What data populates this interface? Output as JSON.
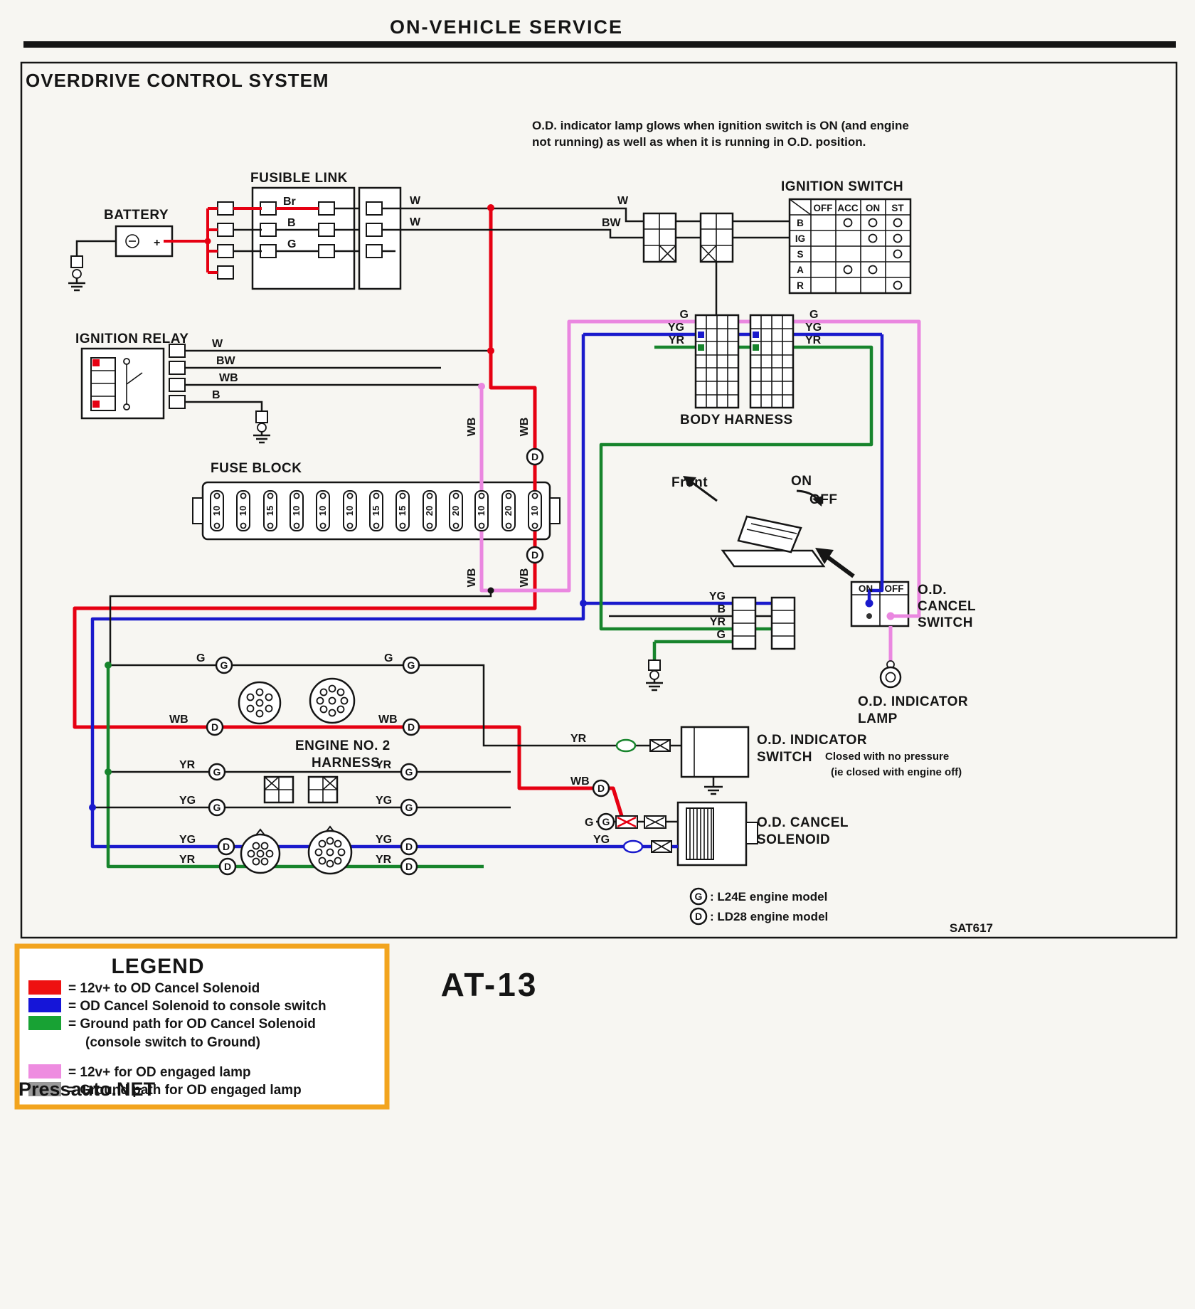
{
  "page": {
    "header": "ON-VEHICLE SERVICE",
    "section_title": "OVERDRIVE CONTROL SYSTEM",
    "note_line1": "O.D. indicator lamp glows when ignition switch is ON (and engine",
    "note_line2": "not running) as well as when it is running in O.D. position.",
    "diagram_code": "SAT617",
    "page_code": "AT-13",
    "watermark": "Pressauto.NET"
  },
  "components": {
    "battery": "BATTERY",
    "fusible_link": "FUSIBLE LINK",
    "ignition_switch": "IGNITION SWITCH",
    "ignition_relay": "IGNITION RELAY",
    "fuse_block": "FUSE BLOCK",
    "body_harness": "BODY HARNESS",
    "engine_harness_line1": "ENGINE NO. 2",
    "engine_harness_line2": "HARNESS",
    "od_cancel_switch_line1": "O.D.",
    "od_cancel_switch_line2": "CANCEL",
    "od_cancel_switch_line3": "SWITCH",
    "od_indicator_lamp_line1": "O.D. INDICATOR",
    "od_indicator_lamp_line2": "LAMP",
    "od_indicator_switch_line1": "O.D. INDICATOR",
    "od_indicator_switch_line2": "SWITCH",
    "od_cancel_solenoid_line1": "O.D. CANCEL",
    "od_cancel_solenoid_line2": "SOLENOID",
    "front": "Front",
    "switch_on": "ON",
    "switch_off": "OFF"
  },
  "wire_labels": {
    "w": "W",
    "bw": "BW",
    "wb": "WB",
    "b": "B",
    "br": "Br",
    "g": "G",
    "yg": "YG",
    "yr": "YR"
  },
  "marks": {
    "g": "G",
    "d": "D"
  },
  "ignition_table": {
    "columns": [
      "OFF",
      "ACC",
      "ON",
      "ST"
    ],
    "rows": [
      "B",
      "IG",
      "S",
      "A",
      "R"
    ]
  },
  "cancel_switch_table": {
    "on": "ON",
    "off": "OFF"
  },
  "fuses": [
    "10",
    "10",
    "15",
    "10",
    "10",
    "10",
    "15",
    "15",
    "20",
    "20",
    "10",
    "20",
    "10"
  ],
  "notes": {
    "closed_line1": "Closed with no pressure",
    "closed_line2": "(ie closed with engine off)",
    "model_g": ":  L24E engine model",
    "model_d": ":  LD28 engine model"
  },
  "legend": {
    "title": "LEGEND",
    "items": [
      {
        "swatch": "#ee1111",
        "color": "#cc1111",
        "text": "=  12v+ to OD Cancel Solenoid"
      },
      {
        "swatch": "#1515d8",
        "color": "#1515cc",
        "text": "=  OD Cancel Solenoid to console switch"
      },
      {
        "swatch": "#18a234",
        "color": "#12921f",
        "text": "=  Ground path for OD Cancel Solenoid"
      },
      {
        "swatch": null,
        "color": "#12921f",
        "text": "(console switch to Ground)"
      },
      {
        "swatch": "#ee8ce0",
        "color": "#dd55cc",
        "text": "=  12v+ for OD engaged lamp"
      },
      {
        "swatch": "#999999",
        "color": "#3a3a3a",
        "text": "=  Ground path for OD engaged lamp"
      }
    ]
  },
  "colors": {
    "red": "#e60012",
    "blue": "#1a1acc",
    "green": "#17842c",
    "pink": "#ea87e0",
    "orange": "#f2a41e",
    "note_blue": "#2222bb",
    "watermark_blue": "#2f55cc"
  }
}
